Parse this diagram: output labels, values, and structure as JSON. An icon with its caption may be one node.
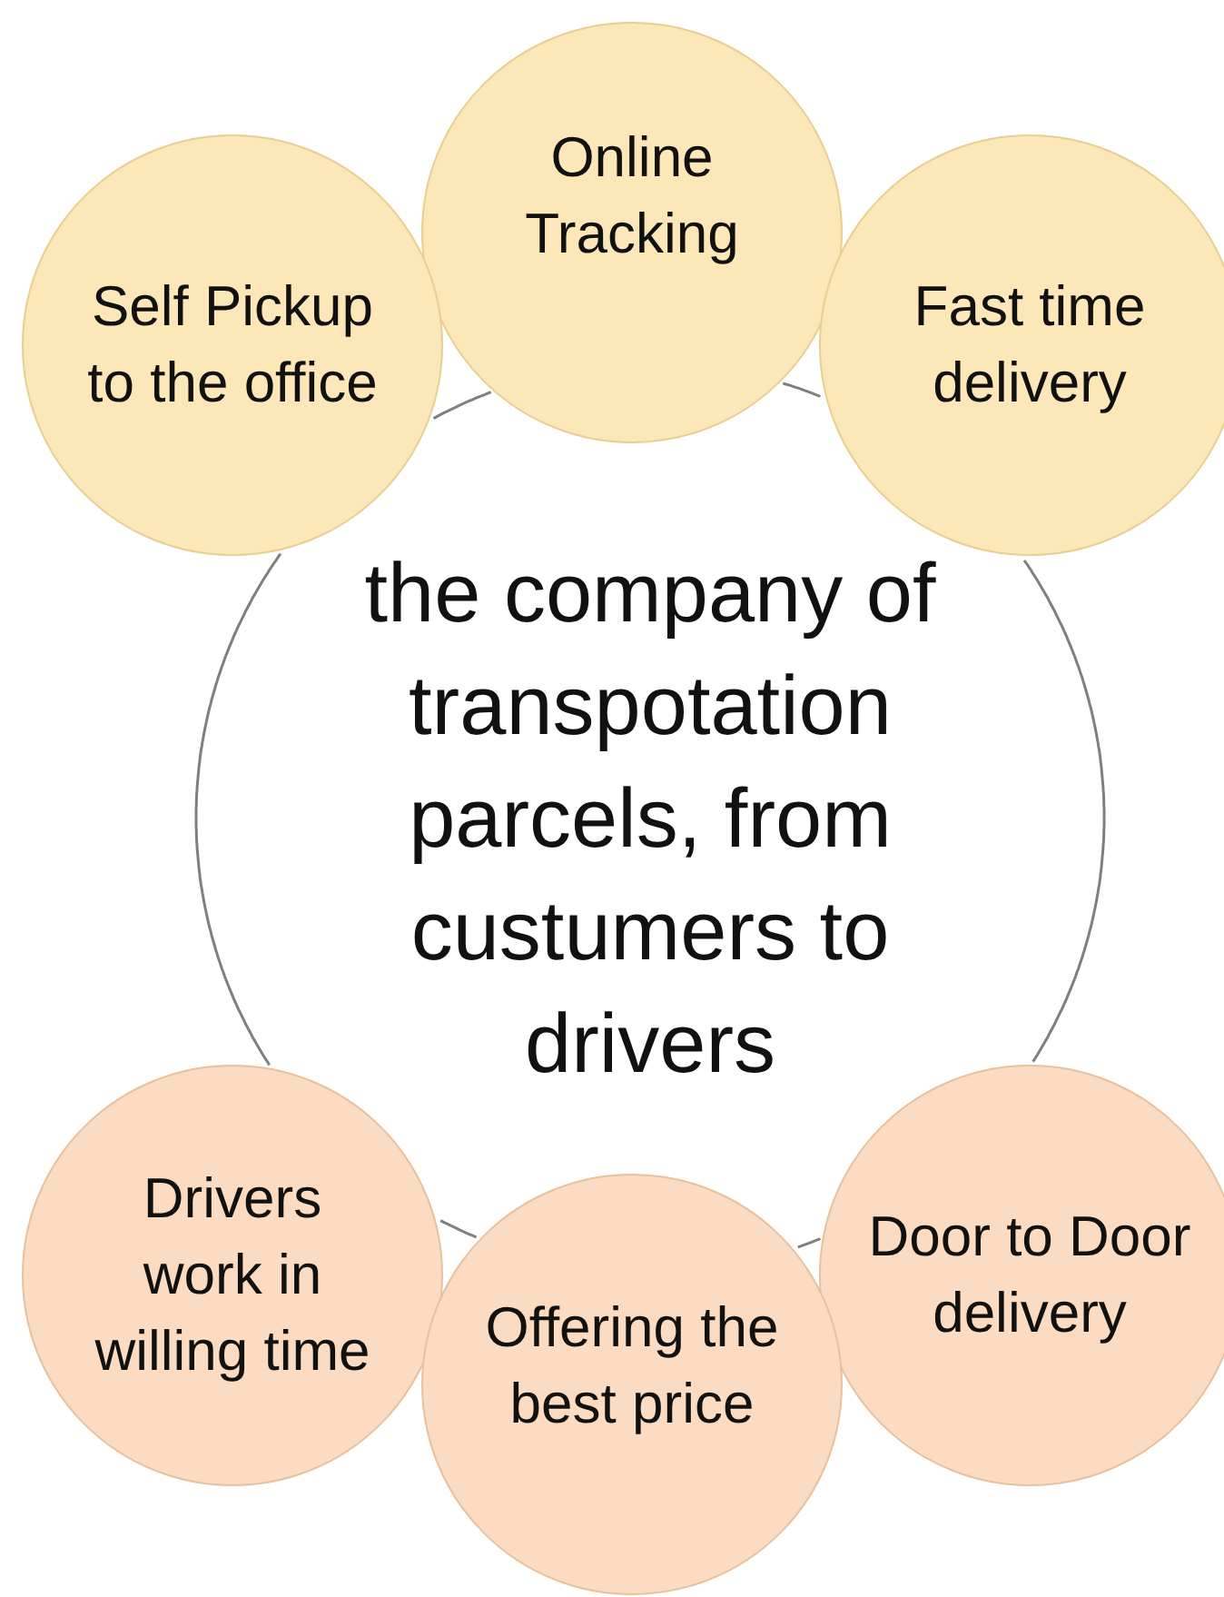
{
  "diagram": {
    "nodes": [
      {
        "text": [
          "Online Tracking"
        ]
      },
      {
        "text": [
          "Self Pickup to the office"
        ]
      },
      {
        "text": [
          "Fast time delivery"
        ]
      },
      {
        "text": [
          "the company of transpotation parcels, from custumers to drivers"
        ]
      },
      {
        "text": [
          "Door to Door delivery"
        ]
      },
      {
        "text": [
          "Drivers work in willing time"
        ]
      },
      {
        "text": [
          "Offering the best price"
        ]
      }
    ]
  }
}
